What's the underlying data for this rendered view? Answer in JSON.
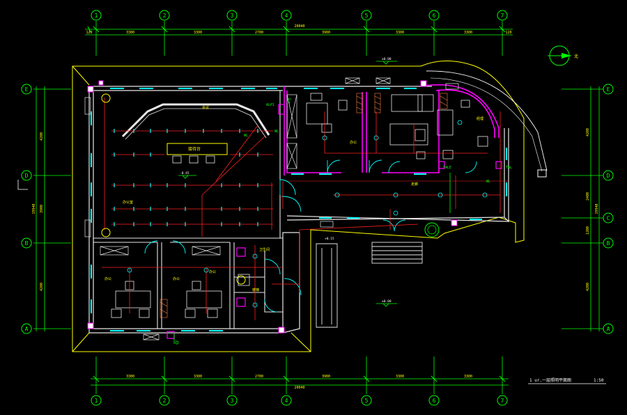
{
  "drawing": {
    "title_text": "1 ur.一层照明平面图",
    "scale_text": "1:50",
    "north_label": "北"
  },
  "colors": {
    "background": "#000000",
    "axis": "#00ff00",
    "wall_yellow": "#ffff00",
    "wall_white": "#e8e8e8",
    "magenta": "#ff00ff",
    "cyan": "#00ffff",
    "red": "#ff2020",
    "blue": "#3a3aff"
  },
  "grid": {
    "columns_top": [
      "1",
      "2",
      "3",
      "4",
      "5",
      "6",
      "7"
    ],
    "columns_bottom": [
      "1",
      "2",
      "3",
      "4",
      "5",
      "6",
      "7"
    ],
    "rows_left": [
      "E",
      "D",
      "B",
      "A"
    ],
    "rows_right": [
      "E",
      "D",
      "C",
      "B",
      "A"
    ],
    "dims_top": [
      "120",
      "3300",
      "3300",
      "2700",
      "3900",
      "3300",
      "3300",
      "120"
    ],
    "dims_top_total": "20040",
    "dims_bottom": [
      "3300",
      "3300",
      "2700",
      "3900",
      "3300",
      "3300"
    ],
    "dims_bottom_total": "20040",
    "dims_left": [
      "4200",
      "3900",
      "4200"
    ],
    "dims_left_total": "19940",
    "dims_right": [
      "4200",
      "2400",
      "1200",
      "4200"
    ],
    "dims_right_total": "19940"
  },
  "rooms": {
    "office_hall": "办公室",
    "reception": "接待台",
    "corridor": "走廊",
    "office_a": "办公",
    "office_b": "办公",
    "office_c": "办公",
    "office_d": "办公",
    "manager": "经理",
    "meeting": "会议",
    "toilet": "卫生间",
    "stair": "楼梯"
  },
  "labels": {
    "panel_top": "ALP1",
    "panel_right": "TAL",
    "panel_right2": "TALE",
    "wl_1": "WL",
    "wl_2": "WL",
    "wl_3": "WL",
    "ramp": "+0.15",
    "level_1": "±0.00",
    "level_2": "±0.00",
    "level_3": "-0.45"
  }
}
